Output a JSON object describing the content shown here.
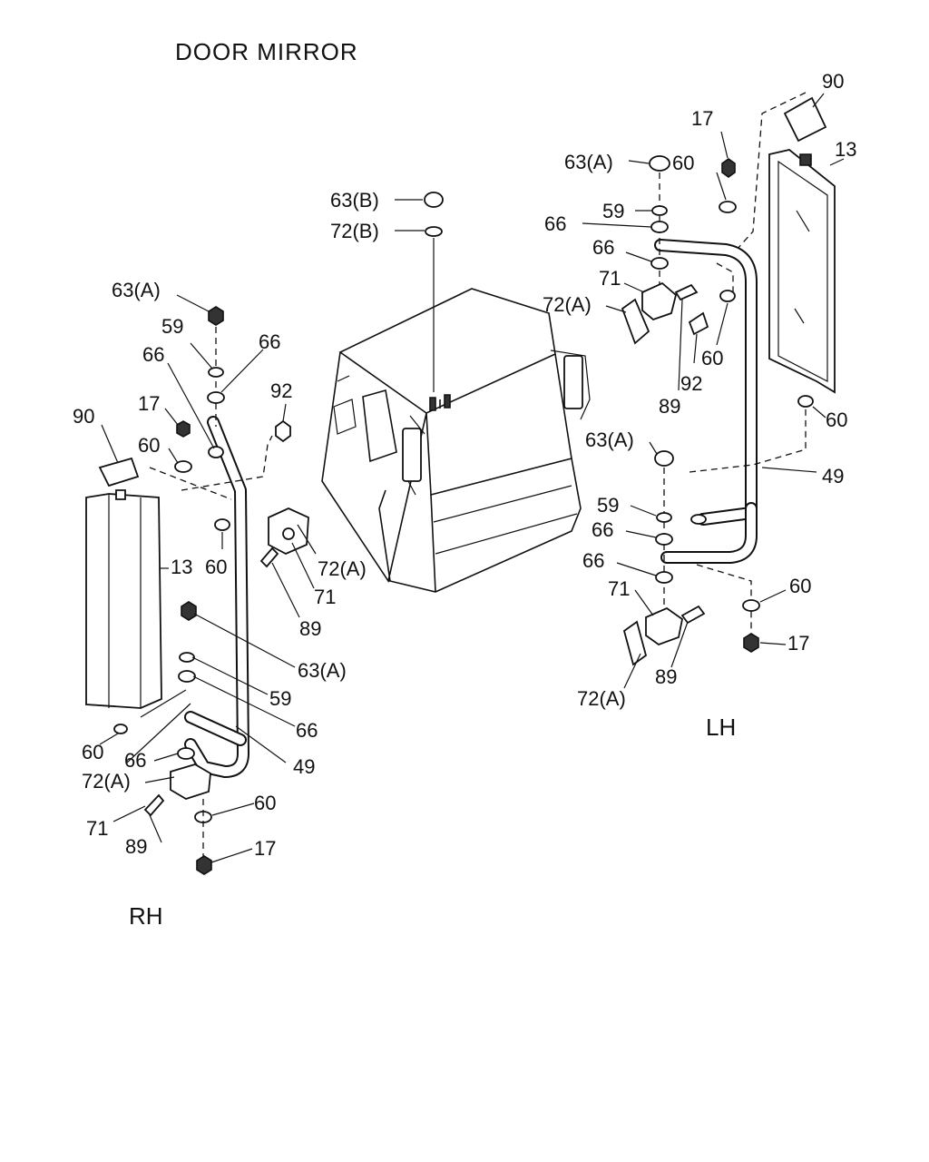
{
  "title": "DOOR MIRROR",
  "sides": {
    "rh": "RH",
    "lh": "LH"
  },
  "labels": {
    "cab_63b": "63(B)",
    "cab_72b": "72(B)",
    "rh_63a_top": "63(A)",
    "rh_59_top": "59",
    "rh_66_top_left": "66",
    "rh_66_top_right": "66",
    "rh_92": "92",
    "rh_17_top": "17",
    "rh_90": "90",
    "rh_60_upper_left": "60",
    "rh_60_upper": "60",
    "rh_13": "13",
    "rh_72a_bracket": "72(A)",
    "rh_71_bracket": "71",
    "rh_89_bracket": "89",
    "rh_63a_lower": "63(A)",
    "rh_59_lower": "59",
    "rh_66_lower": "66",
    "rh_49": "49",
    "rh_60_lower_left": "60",
    "rh_66_bottom": "66",
    "rh_72a_bottom": "72(A)",
    "rh_71_bottom": "71",
    "rh_89_bottom": "89",
    "rh_60_bottom": "60",
    "rh_17_bottom": "17",
    "lh_90": "90",
    "lh_13": "13",
    "lh_17_top": "17",
    "lh_63a_top": "63(A)",
    "lh_60_top": "60",
    "lh_59_top": "59",
    "lh_66_top_a": "66",
    "lh_66_top_b": "66",
    "lh_71_top": "71",
    "lh_72a_top": "72(A)",
    "lh_60_mid": "60",
    "lh_92": "92",
    "lh_89_top": "89",
    "lh_60_mirror": "60",
    "lh_63a_lower": "63(A)",
    "lh_49": "49",
    "lh_59_lower": "59",
    "lh_66_lower_a": "66",
    "lh_66_lower_b": "66",
    "lh_71_lower": "71",
    "lh_60_lower": "60",
    "lh_17_lower": "17",
    "lh_89_lower": "89",
    "lh_72a_lower": "72(A)"
  }
}
